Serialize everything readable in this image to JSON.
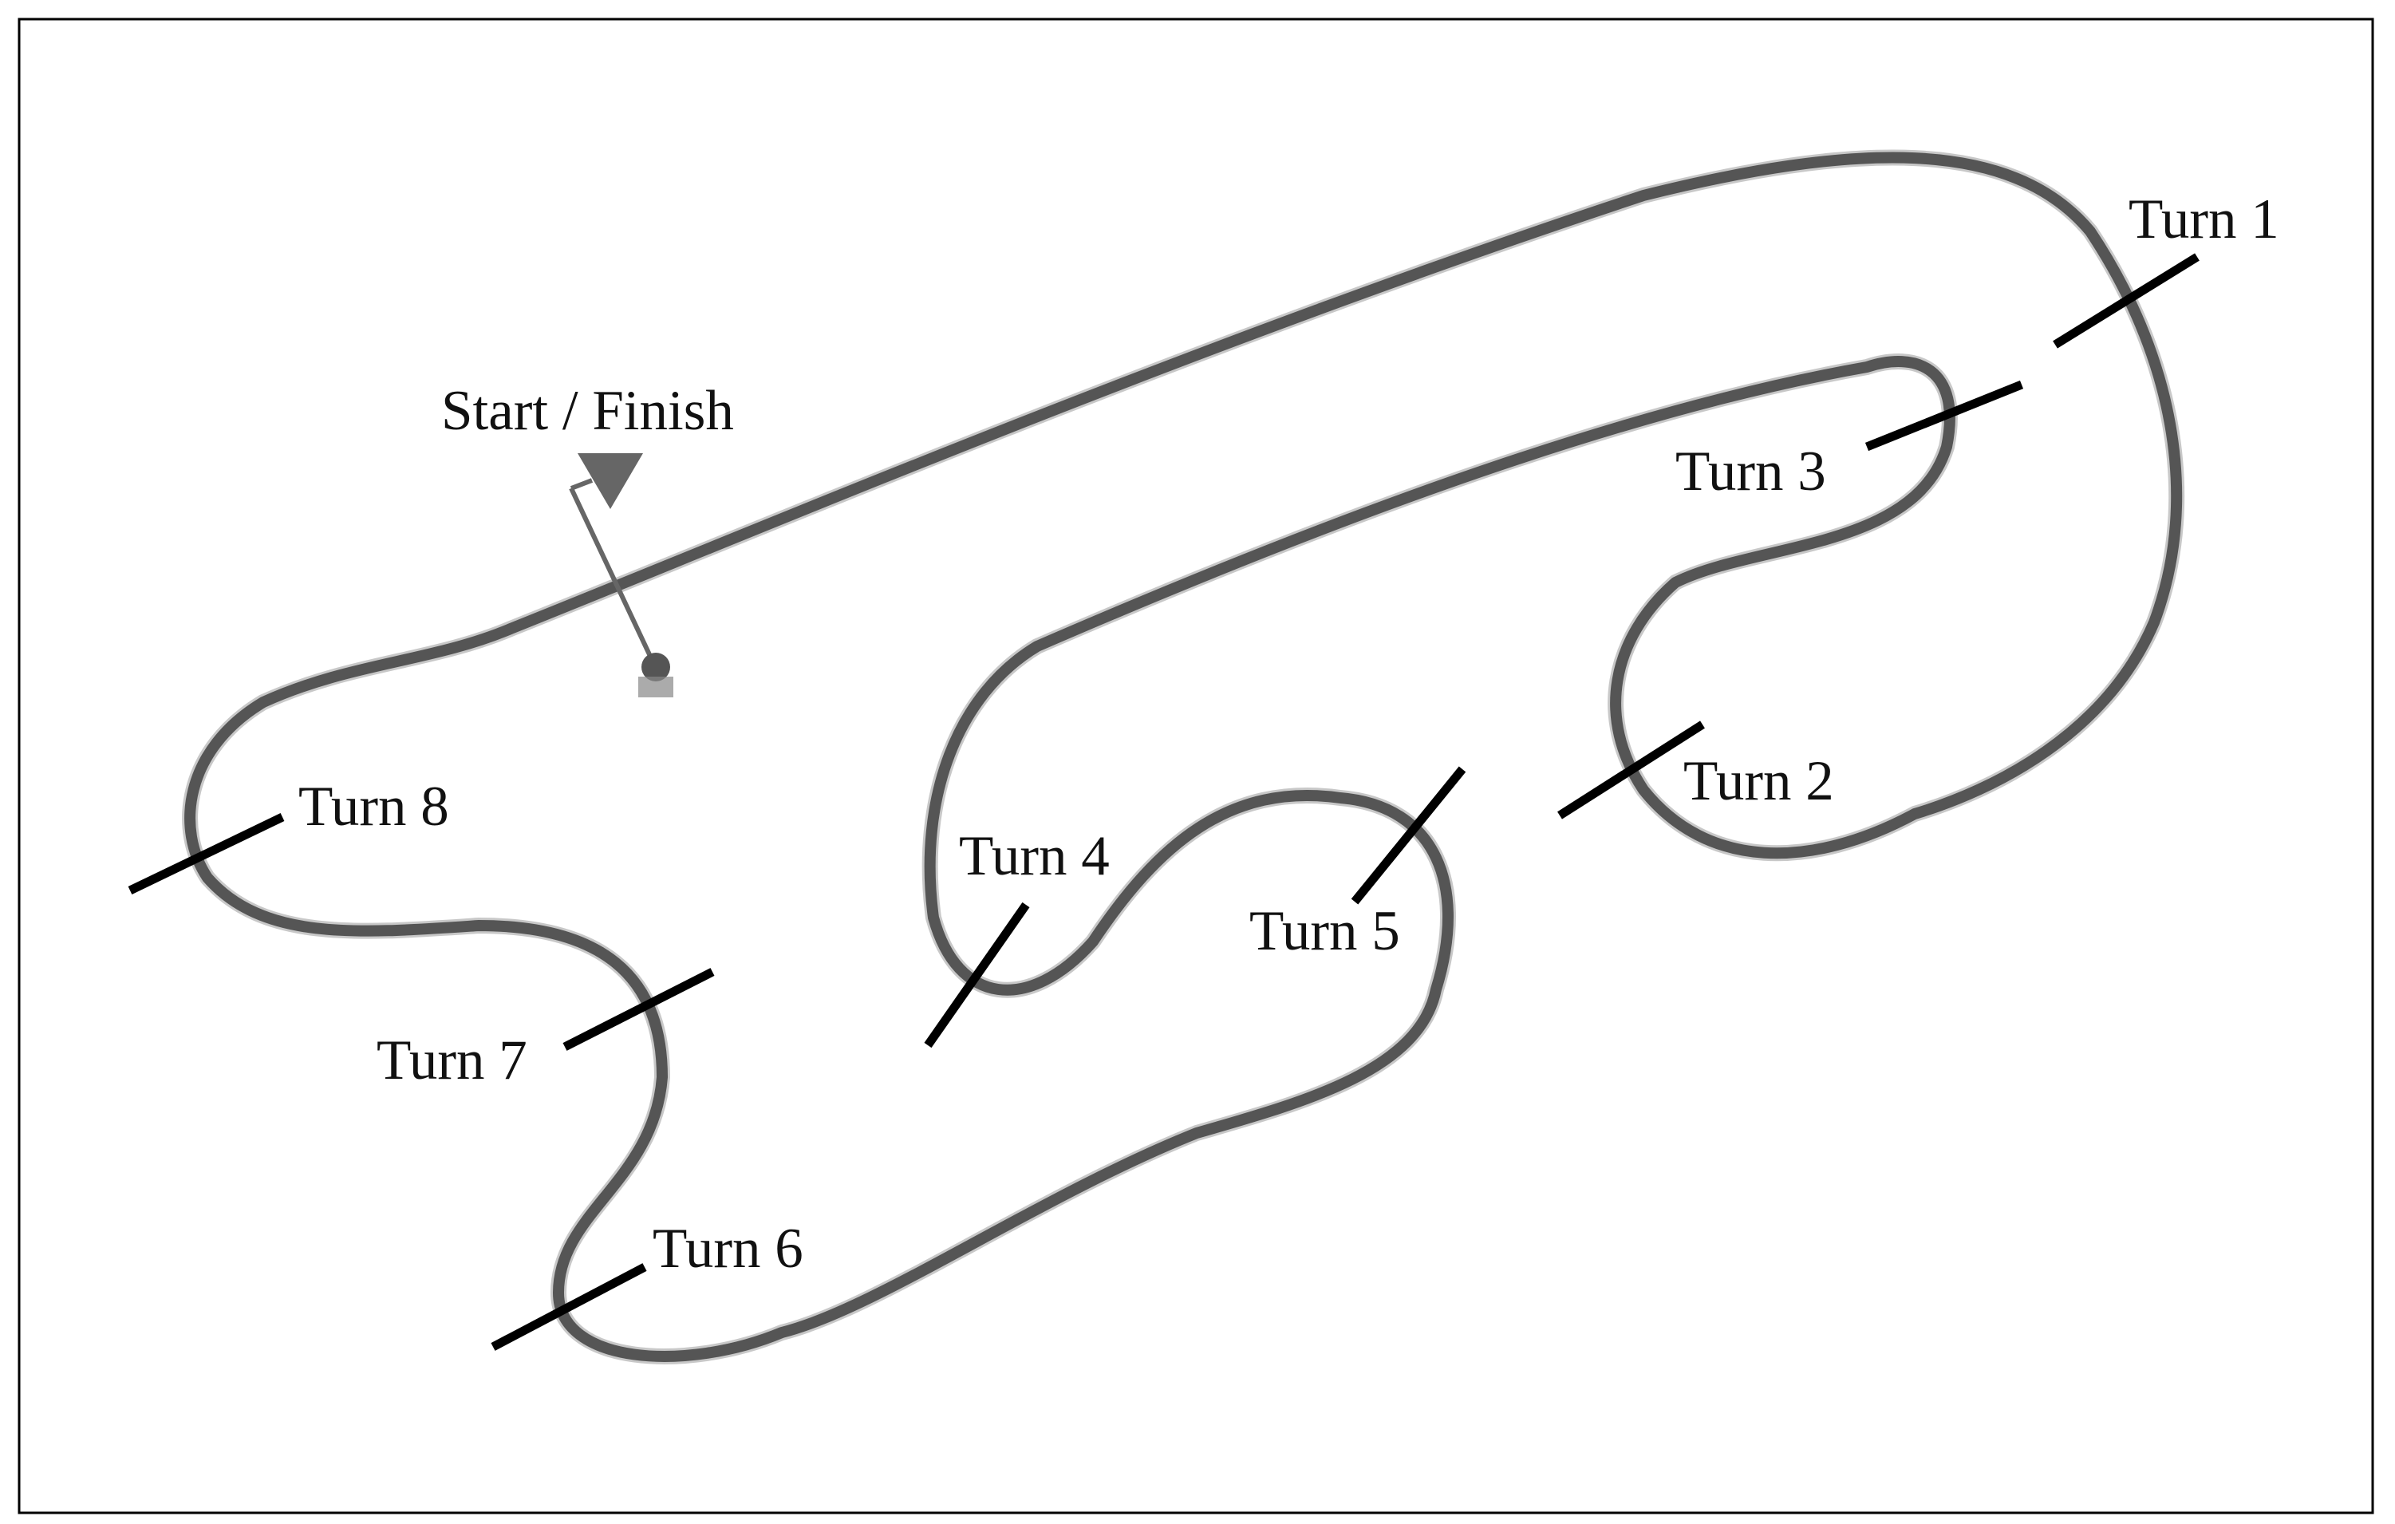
{
  "start_finish": {
    "label": "Start / Finish"
  },
  "turns": [
    {
      "id": 1,
      "label": "Turn 1"
    },
    {
      "id": 2,
      "label": "Turn 2"
    },
    {
      "id": 3,
      "label": "Turn 3"
    },
    {
      "id": 4,
      "label": "Turn 4"
    },
    {
      "id": 5,
      "label": "Turn 5"
    },
    {
      "id": 6,
      "label": "Turn 6"
    },
    {
      "id": 7,
      "label": "Turn 7"
    },
    {
      "id": 8,
      "label": "Turn 8"
    }
  ],
  "colors": {
    "track": "#555555",
    "markers": "#000000",
    "flag": "#666666",
    "text": "#111111"
  }
}
